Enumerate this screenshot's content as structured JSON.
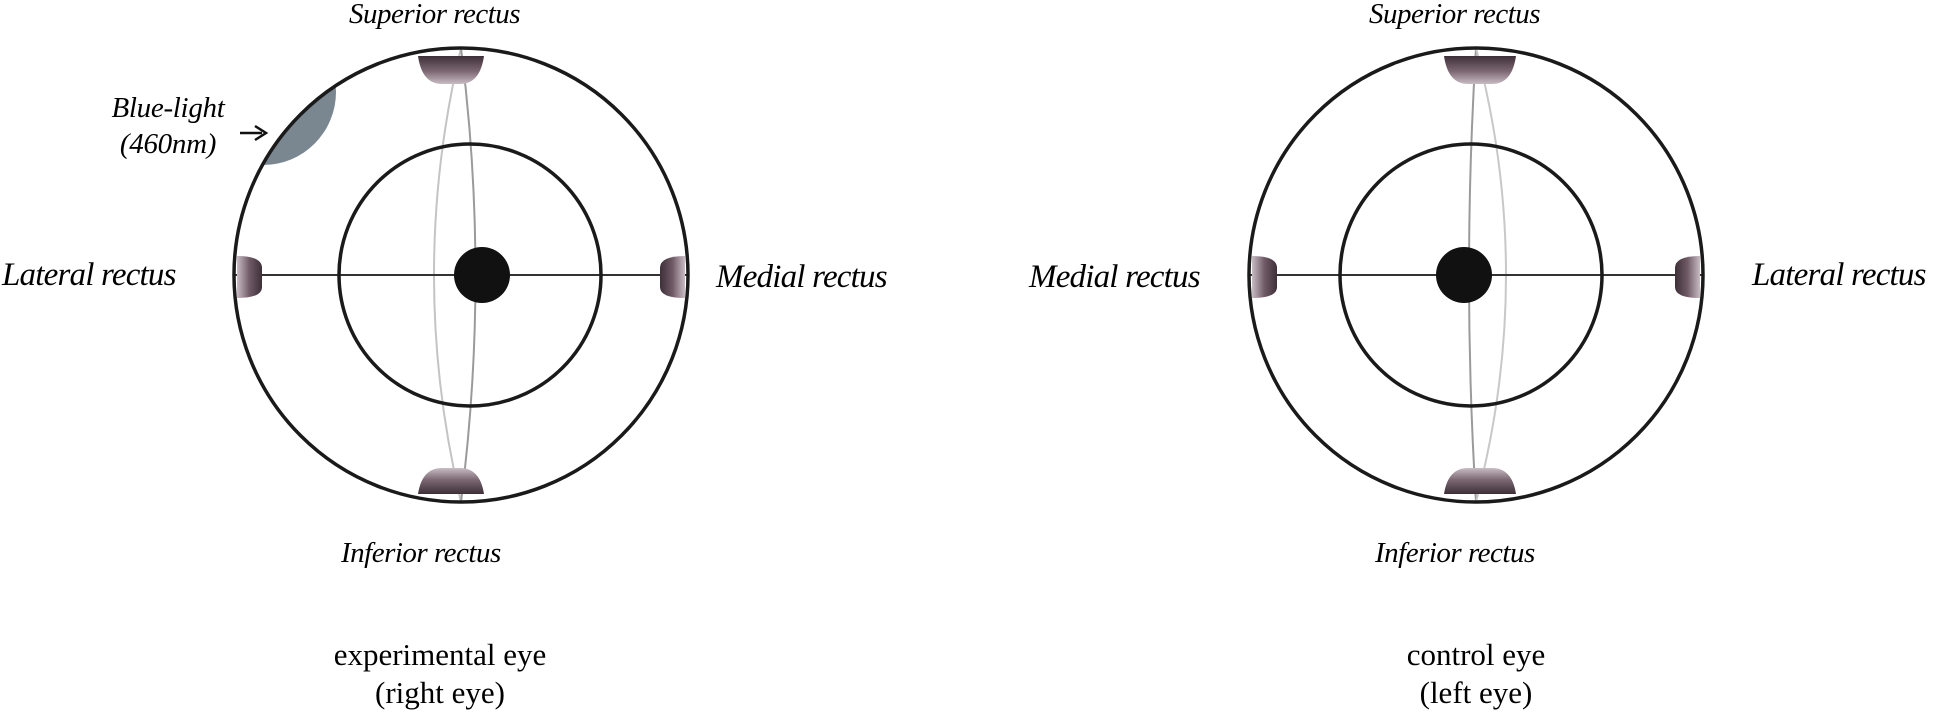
{
  "experimental_eye": {
    "superior": "Superior rectus",
    "inferior": "Inferior rectus",
    "left_muscle": "Lateral rectus",
    "right_muscle": "Medial rectus",
    "blue_light": {
      "line1": "Blue-light",
      "line2": "(460nm)"
    },
    "caption": {
      "line1": "experimental eye",
      "line2": "(right eye)"
    }
  },
  "control_eye": {
    "superior": "Superior rectus",
    "inferior": "Inferior rectus",
    "left_muscle": "Medial rectus",
    "right_muscle": "Lateral rectus",
    "caption": {
      "line1": "control eye",
      "line2": "(left eye)"
    }
  },
  "colors": {
    "outline": "#1a1a1a",
    "blue_light_patch": "#7a8791",
    "muscle_fill": "#5e4a55",
    "meridian": "#b5b5b5"
  }
}
